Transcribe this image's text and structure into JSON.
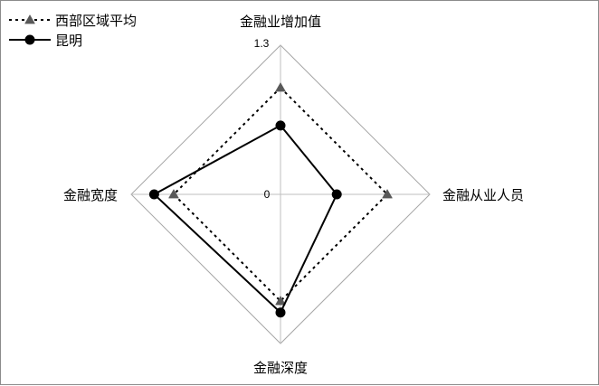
{
  "chart_data": {
    "type": "radar",
    "axes": [
      "金融业增加值",
      "金融从业人员",
      "金融深度",
      "金融宽度"
    ],
    "rmin": 0,
    "rmax": 1.3,
    "tick_labels": {
      "min": "0",
      "max": "1.3"
    },
    "legend_position": "top-left",
    "series": [
      {
        "name": "西部区域平均",
        "values": [
          0.93,
          0.93,
          0.93,
          0.93
        ],
        "color": "#000000",
        "marker": "triangle",
        "marker_color": "#595959",
        "line": "dotted"
      },
      {
        "name": "昆明",
        "values": [
          0.6,
          0.49,
          1.03,
          1.1
        ],
        "color": "#000000",
        "marker": "circle",
        "marker_color": "#000000",
        "line": "solid"
      }
    ],
    "gridlines": "outer only"
  }
}
